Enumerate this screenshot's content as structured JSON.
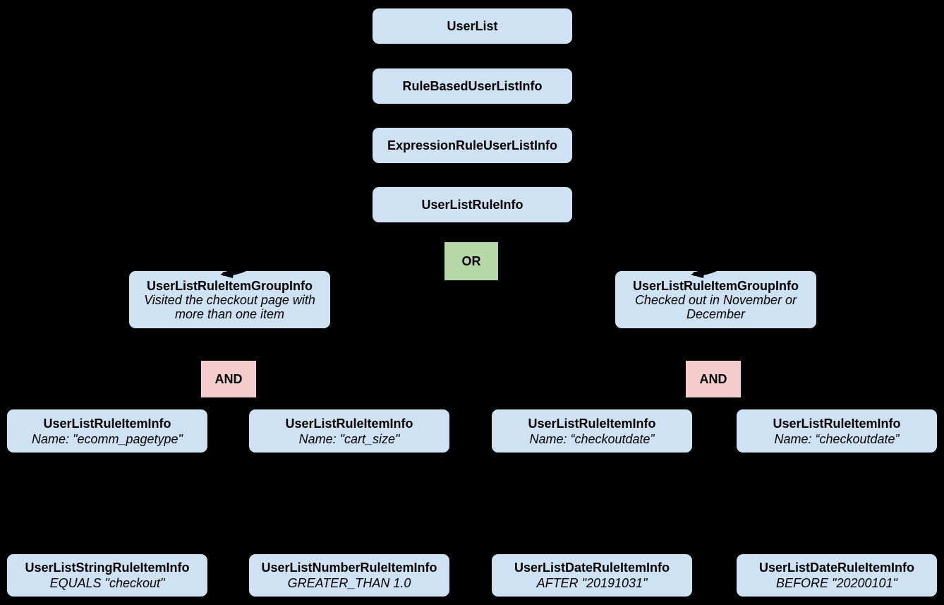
{
  "colors": {
    "background": "#000000",
    "node_fill": "#cfe2f3",
    "or_fill": "#b6d7a8",
    "and_fill": "#f4cccc",
    "text": "#000000"
  },
  "chain": [
    {
      "label": "UserList"
    },
    {
      "label": "RuleBasedUserListInfo"
    },
    {
      "label": "ExpressionRuleUserListInfo"
    },
    {
      "label": "UserListRuleInfo"
    }
  ],
  "or_operator": {
    "label": "OR"
  },
  "and_operators": [
    {
      "label": "AND"
    },
    {
      "label": "AND"
    }
  ],
  "groups": [
    {
      "title": "UserListRuleItemGroupInfo",
      "description": "Visited the checkout page with more than one item"
    },
    {
      "title": "UserListRuleItemGroupInfo",
      "description": "Checked out in November or December"
    }
  ],
  "rule_items": [
    {
      "title": "UserListRuleItemInfo",
      "detail": "Name: \"ecomm_pagetype\""
    },
    {
      "title": "UserListRuleItemInfo",
      "detail": "Name: \"cart_size\""
    },
    {
      "title": "UserListRuleItemInfo",
      "detail": "Name: “checkoutdate”"
    },
    {
      "title": "UserListRuleItemInfo",
      "detail": "Name: “checkoutdate”"
    }
  ],
  "operand_items": [
    {
      "title": "UserListStringRuleItemInfo",
      "detail": "EQUALS \"checkout\""
    },
    {
      "title": "UserListNumberRuleItemInfo",
      "detail": "GREATER_THAN 1.0"
    },
    {
      "title": "UserListDateRuleItemInfo",
      "detail": "AFTER \"20191031\""
    },
    {
      "title": "UserListDateRuleItemInfo",
      "detail": "BEFORE \"20200101\""
    }
  ]
}
